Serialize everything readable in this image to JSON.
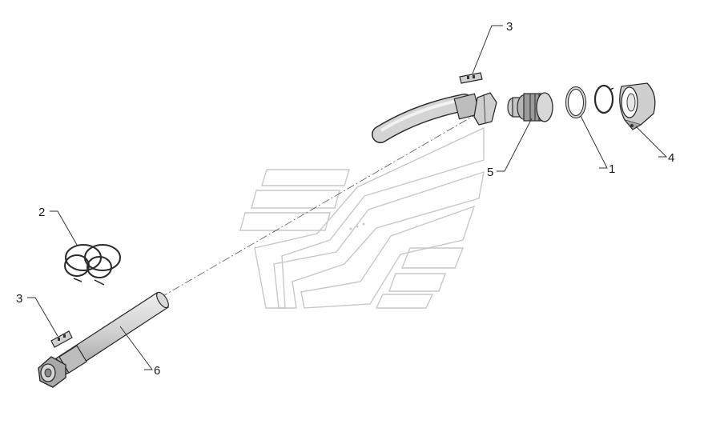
{
  "diagram": {
    "callouts": [
      {
        "id": "c1",
        "label": "1",
        "part": "retaining-ring"
      },
      {
        "id": "c2",
        "label": "2",
        "part": "spring-rings"
      },
      {
        "id": "c3a",
        "label": "3",
        "part": "clip-upper"
      },
      {
        "id": "c3b",
        "label": "3",
        "part": "clip-lower"
      },
      {
        "id": "c4",
        "label": "4",
        "part": "cap-housing"
      },
      {
        "id": "c5",
        "label": "5",
        "part": "coupling-fitting"
      },
      {
        "id": "c6",
        "label": "6",
        "part": "hose"
      }
    ],
    "colors": {
      "part_fill": "#d6d6d6",
      "part_dark": "#9a9a9a",
      "outline": "#2a2a2a",
      "watermark": "#c8c8c8"
    }
  }
}
